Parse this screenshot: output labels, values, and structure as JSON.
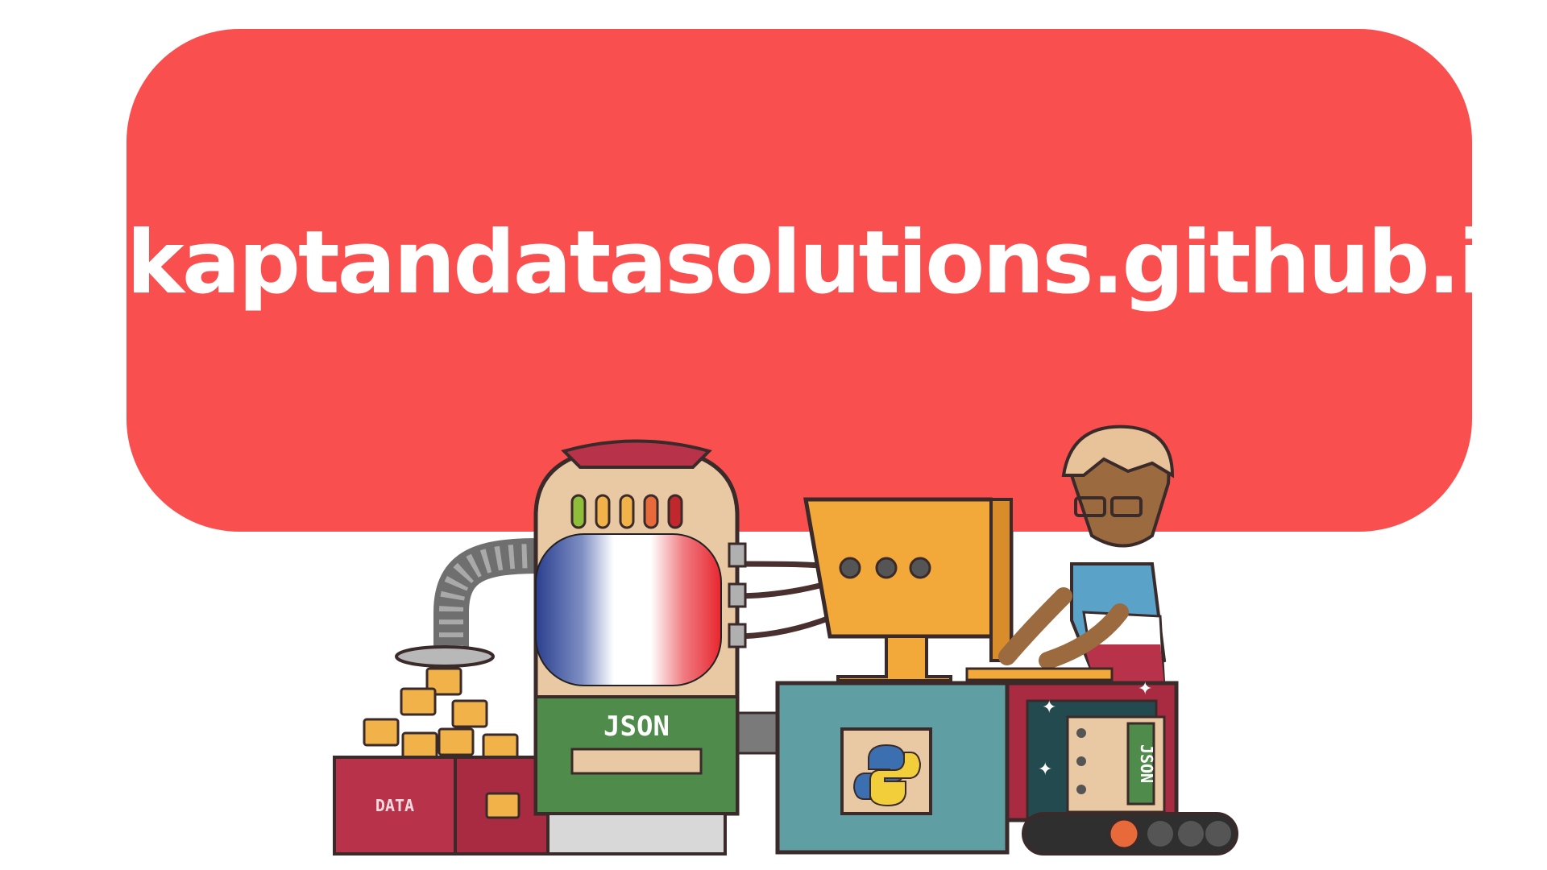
{
  "banner": {
    "title": "kaptandatasolutions.github.io",
    "color": "#f94f4f"
  },
  "illustration": {
    "crate_label": "DATA",
    "tank_label": "JSON",
    "server_label": "JSON",
    "flag": "france-flag",
    "logo": "python-logo"
  }
}
